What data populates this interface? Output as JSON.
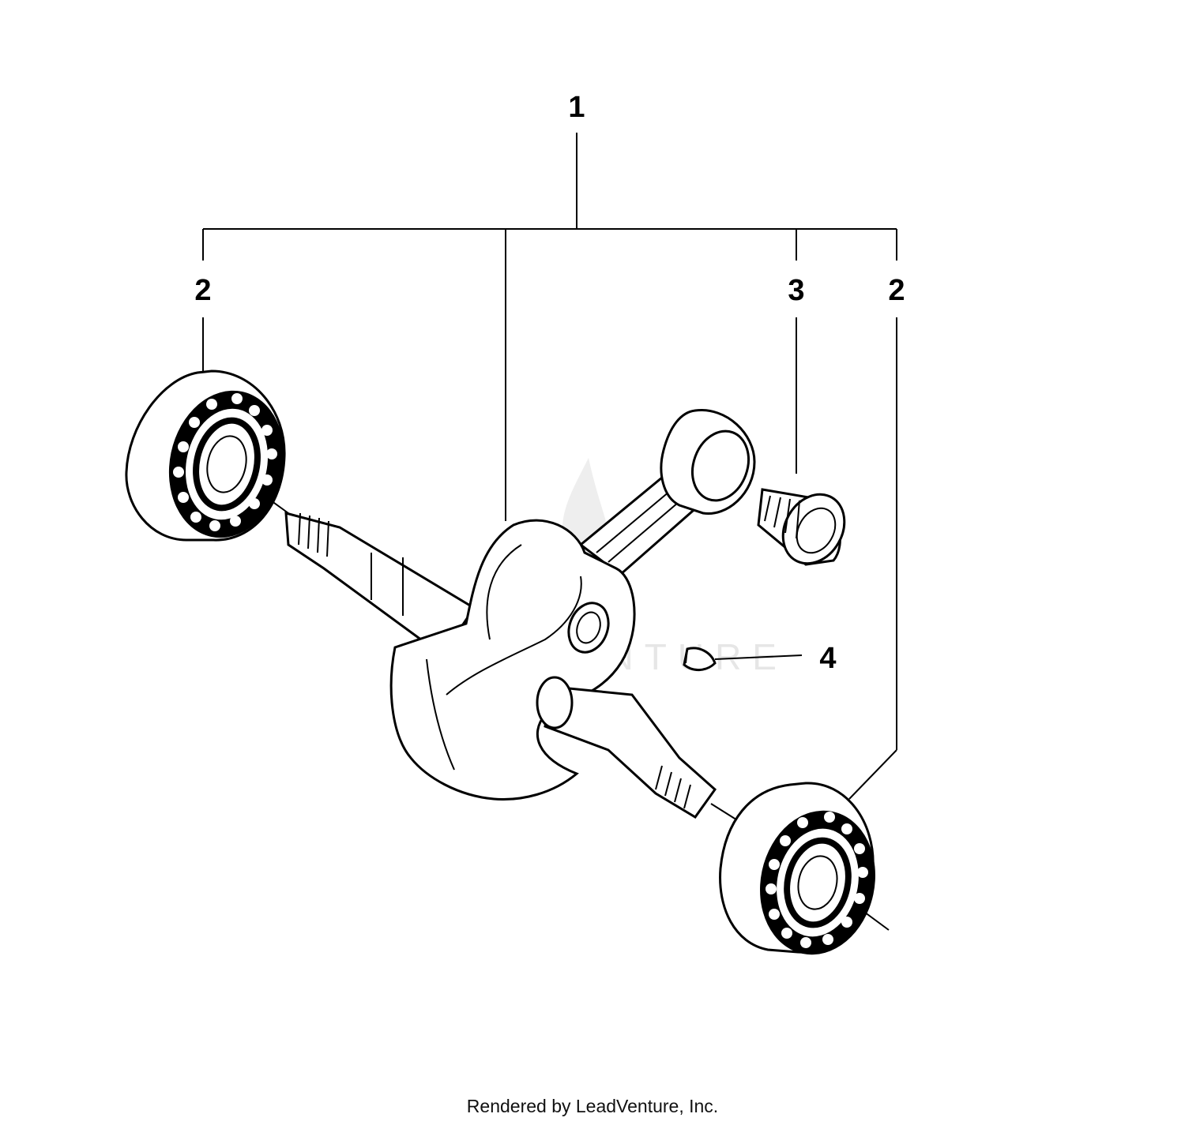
{
  "callouts": {
    "assembly": "1",
    "bearing_left": "2",
    "bearing_right": "2",
    "needle_bearing": "3",
    "woodruff_key": "4"
  },
  "watermark": "LEADVENTURE",
  "footer": "Rendered by LeadVenture, Inc.",
  "colors": {
    "line": "#000000",
    "background": "#ffffff",
    "watermark": "#e6e6e6"
  }
}
